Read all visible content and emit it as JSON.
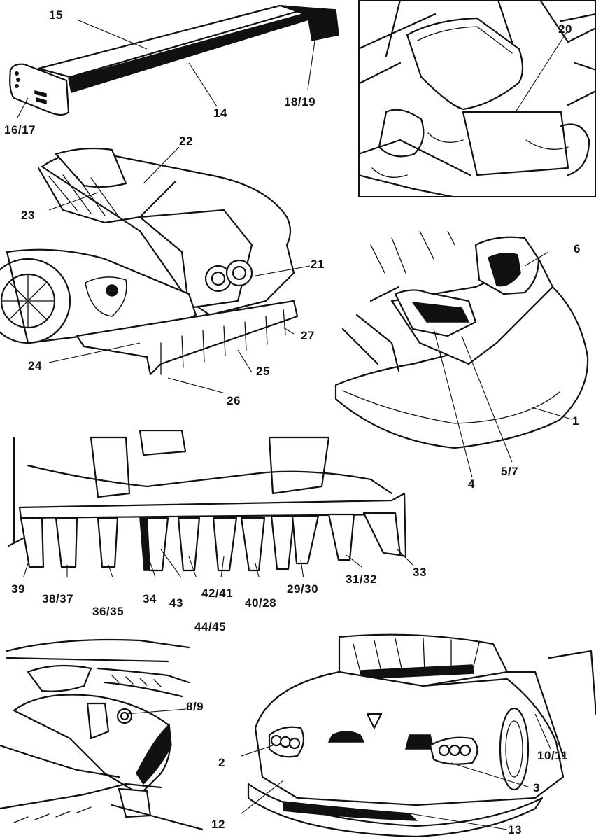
{
  "labels": {
    "l15": "15",
    "l14": "14",
    "l1819": "18/19",
    "l1617": "16/17",
    "l20": "20",
    "l22": "22",
    "l23": "23",
    "l21": "21",
    "l27": "27",
    "l24": "24",
    "l25": "25",
    "l26": "26",
    "l6": "6",
    "l1": "1",
    "l4": "4",
    "l57": "5/7",
    "l39": "39",
    "l3837": "38/37",
    "l3635": "36/35",
    "l34": "34",
    "l43": "43",
    "l4445": "44/45",
    "l4241": "42/41",
    "l4028": "40/28",
    "l2930": "29/30",
    "l3132": "31/32",
    "l33": "33",
    "l89": "8/9",
    "l2": "2",
    "l3": "3",
    "l1011": "10/11",
    "l12": "12",
    "l13": "13"
  }
}
